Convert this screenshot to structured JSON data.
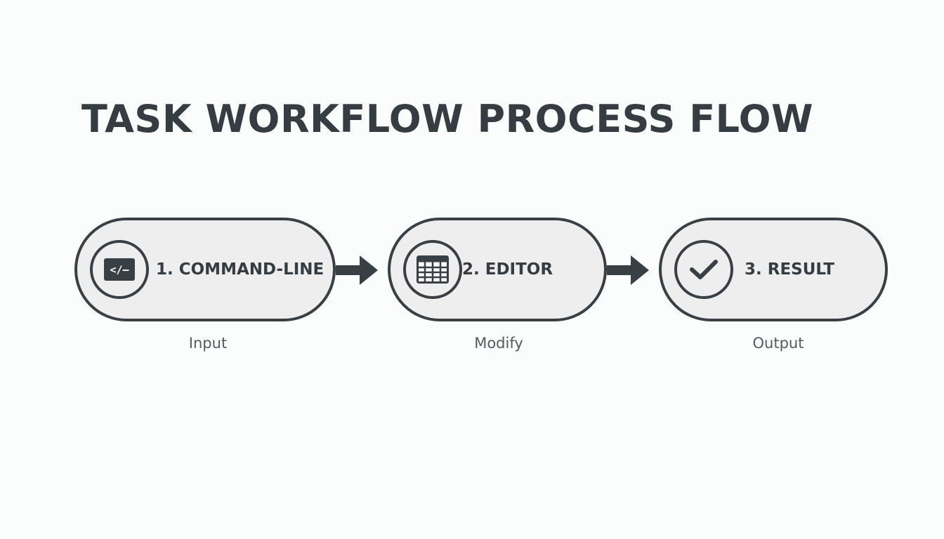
{
  "title": "TASK WORKFLOW PROCESS FLOW",
  "steps": [
    {
      "label": "1. COMMAND-LINE",
      "icon": "terminal-icon",
      "icon_text": "</–",
      "caption": "Input"
    },
    {
      "label": "2. EDITOR",
      "icon": "spreadsheet-grid-icon",
      "caption": "Modify"
    },
    {
      "label": "3. RESULT",
      "icon": "checkmark-icon",
      "caption": "Output"
    }
  ],
  "colors": {
    "stroke": "#383f45",
    "node_fill": "#eeeeee",
    "background": "#fbfcfc",
    "text": "#353c42"
  }
}
